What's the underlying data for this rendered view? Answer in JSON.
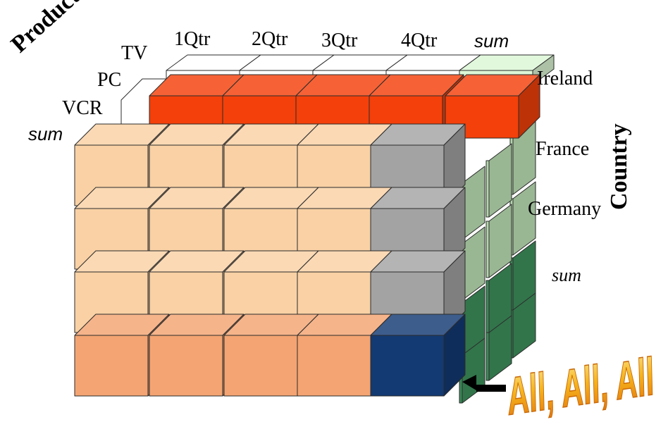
{
  "axes": {
    "product": "Product",
    "country": "Country"
  },
  "quarters": [
    "1Qtr",
    "2Qtr",
    "3Qtr",
    "4Qtr",
    "sum"
  ],
  "products": [
    "TV",
    "PC",
    "VCR",
    "sum"
  ],
  "countries": [
    "Ireland",
    "France",
    "Germany",
    "sum"
  ],
  "callout": {
    "text": "All, All, All"
  },
  "colors": {
    "front_face": "#f9d1a4",
    "front_face_sum_row": "#f4a472",
    "gray_sum_column": "#a3a3a3",
    "grand_total": "#133a73",
    "top_row_red": "#f4400a",
    "side_light_green": "#b4d7ad",
    "side_dark_green": "#3b8a58",
    "back_top_white": "#ffffff",
    "back_top_sum": "#dcf7d5",
    "callout_yellow": "#f5b21c"
  }
}
